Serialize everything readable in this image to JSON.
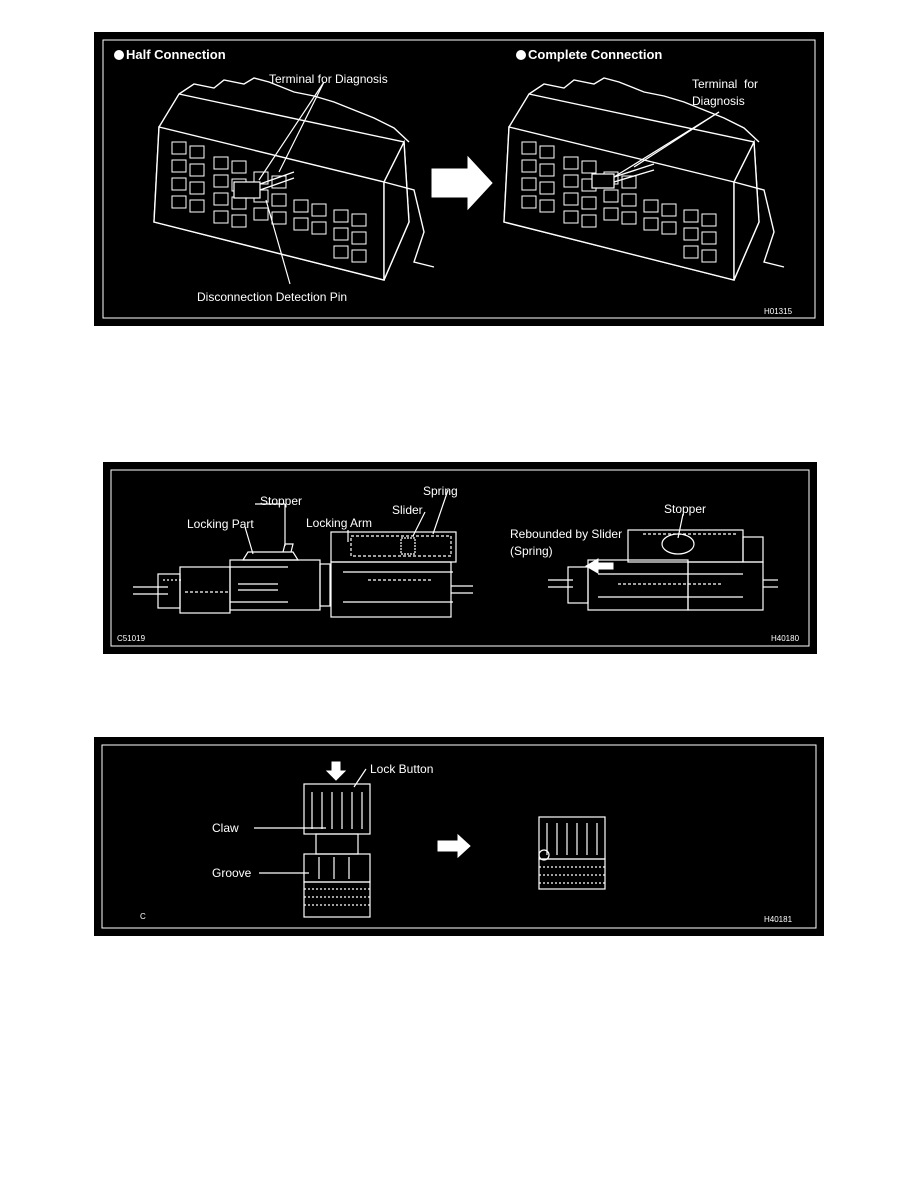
{
  "figure1": {
    "title_left": "Half Connection",
    "title_right": "Complete Connection",
    "label_terminal_left": "Terminal for Diagnosis",
    "label_terminal_right_line1": "Terminal  for",
    "label_terminal_right_line2": "Diagnosis",
    "label_detection_pin": "Disconnection Detection Pin",
    "code": "H01315"
  },
  "figure2": {
    "label_stopper": "Stopper",
    "label_spring": "Spring",
    "label_slider": "Slider",
    "label_locking_part": "Locking Part",
    "label_locking_arm": "Locking Arm",
    "label_stopper_right": "Stopper",
    "label_rebounded_line1": "Rebounded by Slider",
    "label_rebounded_line2": "(Spring)",
    "code_left": "C51019",
    "code_right": "H40180"
  },
  "figure3": {
    "label_lock_button": "Lock Button",
    "label_claw": "Claw",
    "label_groove": "Groove",
    "code_left": "C",
    "code_right": "H40181"
  }
}
